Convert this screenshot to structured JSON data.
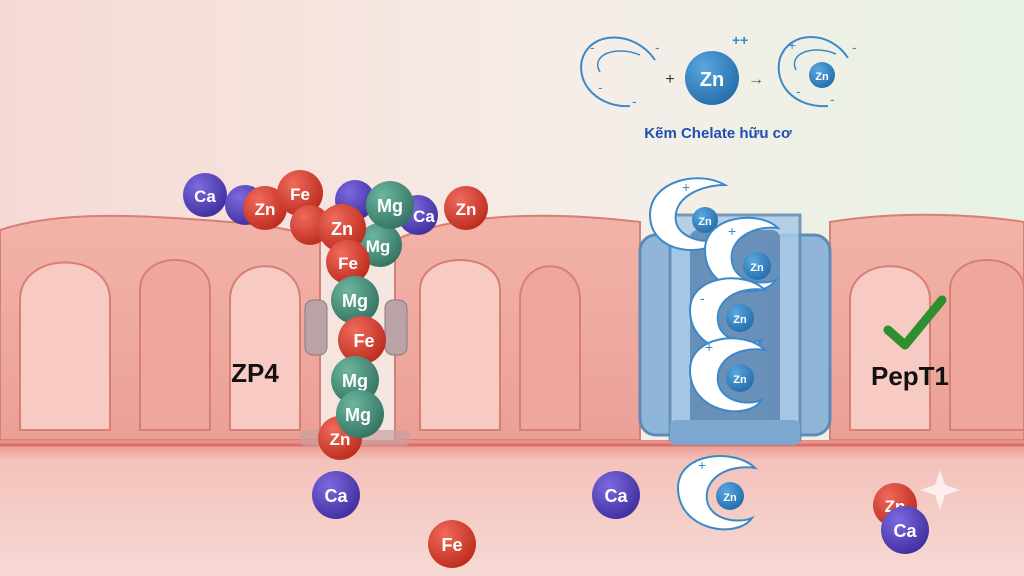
{
  "labels": {
    "zp4": "ZP4",
    "pept1": "PepT1",
    "chelate_caption": "Kẽm Chelate hữu cơ"
  },
  "equation": {
    "zn_label": "Zn",
    "zn_charge": "++",
    "plus_sign": "+",
    "arrow": "→",
    "product_zn_label": "Zn",
    "minus_sign": "-",
    "plus_charge": "+"
  },
  "ions": {
    "ca": "Ca",
    "fe": "Fe",
    "zn": "Zn",
    "mg": "Mg"
  },
  "colors": {
    "ca": "#4a3ab3",
    "fe": "#d93a2b",
    "zn": "#cf3b2e",
    "mg": "#3f8a76",
    "chelate_blue": "#3b89c9",
    "caption_blue": "#1e4fb0",
    "transporter": "#8fb6d9",
    "check_green": "#2f8f2f"
  },
  "icons": {
    "check": "check-mark-icon",
    "sparkle": "sparkle-icon"
  }
}
